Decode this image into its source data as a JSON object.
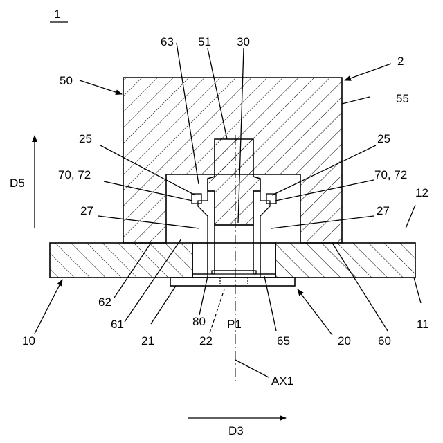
{
  "figure": {
    "title_ref": "1",
    "labels": {
      "r63": "63",
      "r51": "51",
      "r30": "30",
      "r2": "2",
      "r50": "50",
      "r55": "55",
      "r25l": "25",
      "r25r": "25",
      "r7072l": "70, 72",
      "r7072r": "70, 72",
      "rD5": "D5",
      "r12": "12",
      "r27l": "27",
      "r27r": "27",
      "r62": "62",
      "r61": "61",
      "r80": "80",
      "rP1": "P1",
      "r65": "65",
      "r20": "20",
      "r60": "60",
      "r11": "11",
      "r10": "10",
      "r21": "21",
      "r22": "22",
      "rAX1": "AX1",
      "rD3": "D3"
    }
  }
}
